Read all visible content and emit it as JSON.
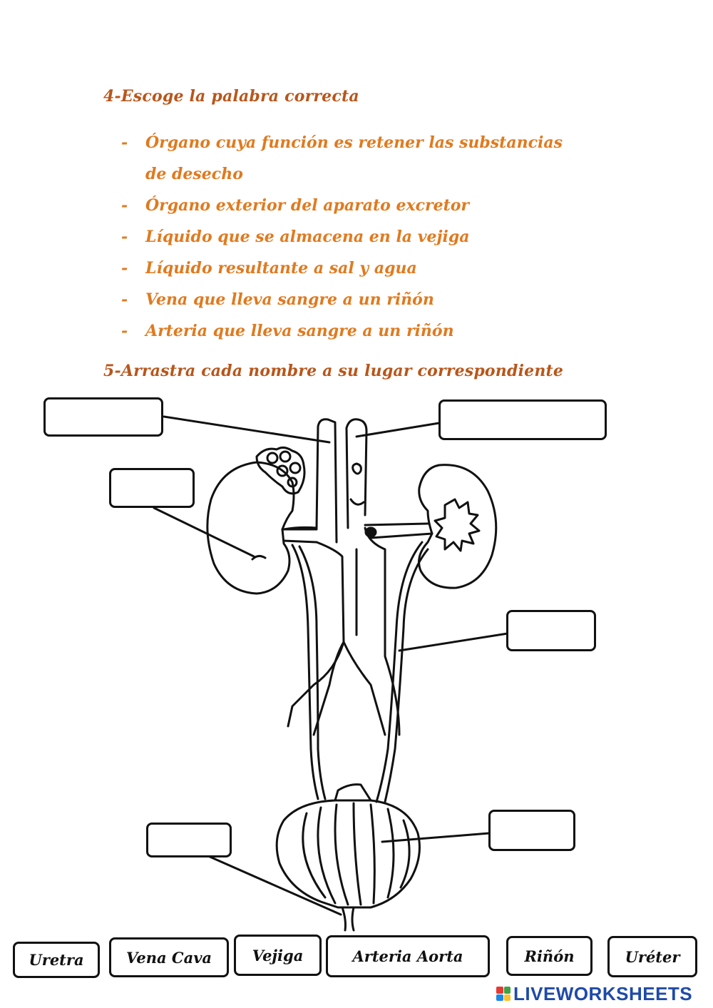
{
  "section4": {
    "heading": "4-Escoge la palabra correcta",
    "items": [
      {
        "dash": "-",
        "text": "Órgano cuya función es retener las substancias de desecho"
      },
      {
        "dash": "-",
        "text": "Órgano exterior del aparato excretor"
      },
      {
        "dash": "-",
        "text": "Líquido que se almacena en la vejiga"
      },
      {
        "dash": "-",
        "text": "Líquido resultante a sal y agua"
      },
      {
        "dash": "-",
        "text": "Vena que lleva sangre a un riñón"
      },
      {
        "dash": "-",
        "text": "Arteria que lleva sangre a un riñón"
      }
    ]
  },
  "section5": {
    "heading": "5-Arrastra cada nombre a su lugar correspondiente"
  },
  "word_bank": [
    "Uretra",
    "Vena Cava",
    "Vejiga",
    "Arteria Aorta",
    "Riñón",
    "Uréter"
  ],
  "brand": {
    "text": "LIVEWORKSHEETS",
    "mark_colors": [
      "#e53935",
      "#43a047",
      "#1e88e5",
      "#fbc02d"
    ]
  }
}
